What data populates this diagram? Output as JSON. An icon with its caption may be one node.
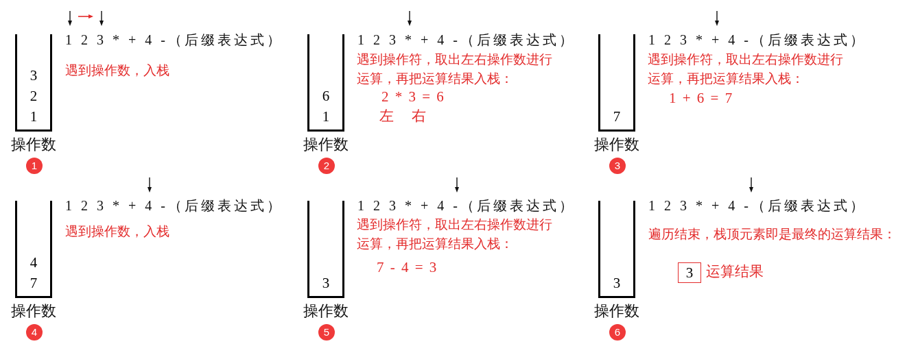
{
  "diagram": {
    "nodes": [
      {
        "text": [
          "3",
          "2",
          "1",
          "操作数"
        ]
      },
      {
        "text": [
          "1"
        ]
      },
      {
        "text": [
          "6",
          "1",
          "操作数"
        ]
      },
      {
        "text": [
          "2"
        ]
      },
      {
        "text": [
          "7",
          "操作数"
        ]
      },
      {
        "text": [
          "3"
        ]
      },
      {
        "text": [
          "4",
          "7",
          "操作数"
        ]
      },
      {
        "text": [
          "4"
        ]
      },
      {
        "text": [
          "3",
          "操作数"
        ]
      },
      {
        "text": [
          "5"
        ]
      },
      {
        "text": [
          "3",
          "操作数"
        ]
      },
      {
        "text": [
          "6"
        ]
      },
      {
        "text": [
          "3"
        ],
        "beside": [
          "运算结果"
        ]
      }
    ],
    "labels": [
      "1 2 3 * + 4 -（后缀表达式）",
      "遇到操作数，入栈",
      "1 2 3 * + 4 -（后缀表达式）",
      "遇到操作符，取出左右操作数进行运算，再把运算结果入栈：",
      "2 * 3 = 6",
      "左",
      "右",
      "1 2 3 * + 4 -（后缀表达式）",
      "遇到操作符，取出左右操作数进行运算，再把运算结果入栈：",
      "1 + 6 = 7",
      "1 2 3 * + 4 -（后缀表达式）",
      "遇到操作数，入栈",
      "1 2 3 * + 4 -（后缀表达式）",
      "遇到操作符，取出左右操作数进行运算，再把运算结果入栈：",
      "7 - 4 = 3",
      "1 2 3 * + 4 -（后缀表达式）",
      "遍历结束，栈顶元素即是最终的运算结果："
    ]
  }
}
